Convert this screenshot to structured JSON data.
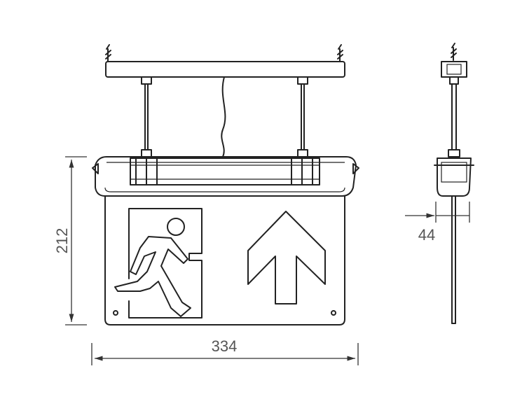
{
  "dimensions": {
    "width": "334",
    "height": "212",
    "depth": "44"
  },
  "colors": {
    "line": "#222222",
    "dimension_text": "#555555",
    "background": "#ffffff"
  },
  "icons": {
    "running_man": "running-man-icon",
    "arrow": "arrow-up-icon"
  }
}
